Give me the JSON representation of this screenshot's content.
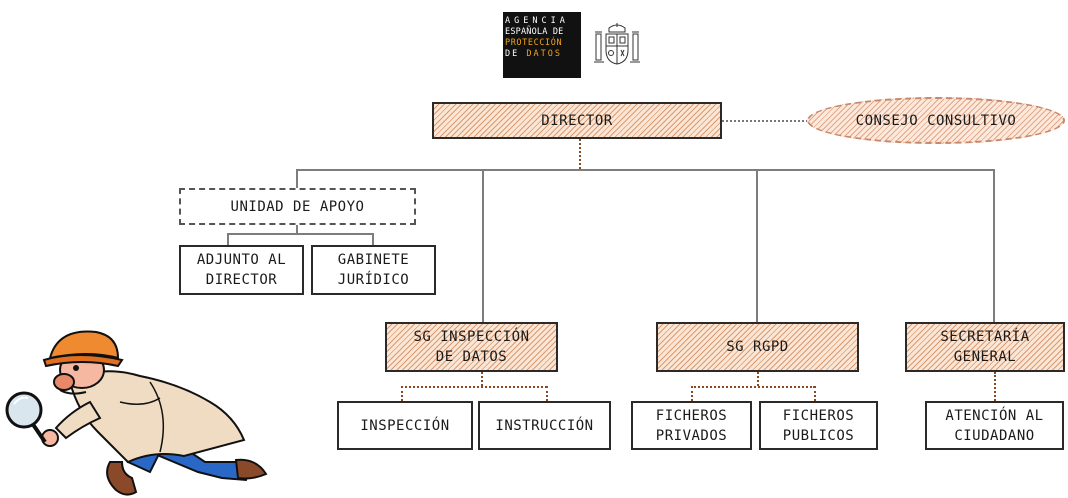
{
  "logo": {
    "line1": "AGENCIA",
    "line2": "ESPAÑOLA DE",
    "line3": "PROTECCIÓN",
    "line4_a": "DE ",
    "line4_b": "DATOS",
    "emblem_icon": "coat-of-arms-icon"
  },
  "nodes": {
    "director": "DIRECTOR",
    "consejo": "CONSEJO CONSULTIVO",
    "unidad_apoyo": "UNIDAD DE APOYO",
    "adjunto": "ADJUNTO AL\nDIRECTOR",
    "gabinete": "GABINETE\nJURÍDICO",
    "sg_inspeccion": "SG INSPECCIÓN\nDE DATOS",
    "sg_rgpd": "SG RGPD",
    "secretaria": "SECRETARÍA\nGENERAL",
    "inspeccion": "INSPECCIÓN",
    "instruccion": "INSTRUCCIÓN",
    "ficheros_privados": "FICHEROS\nPRIVADOS",
    "ficheros_publicos": "FICHEROS\nPUBLICOS",
    "atencion": "ATENCIÓN AL\nCIUDADANO"
  },
  "illustration": {
    "icon": "detective-magnifier-icon"
  },
  "colors": {
    "hatch_fill": "#fbe6d5",
    "hatch_line": "#d99a72",
    "connector": "#8a4a1e",
    "logo_accent": "#f0a21a"
  }
}
